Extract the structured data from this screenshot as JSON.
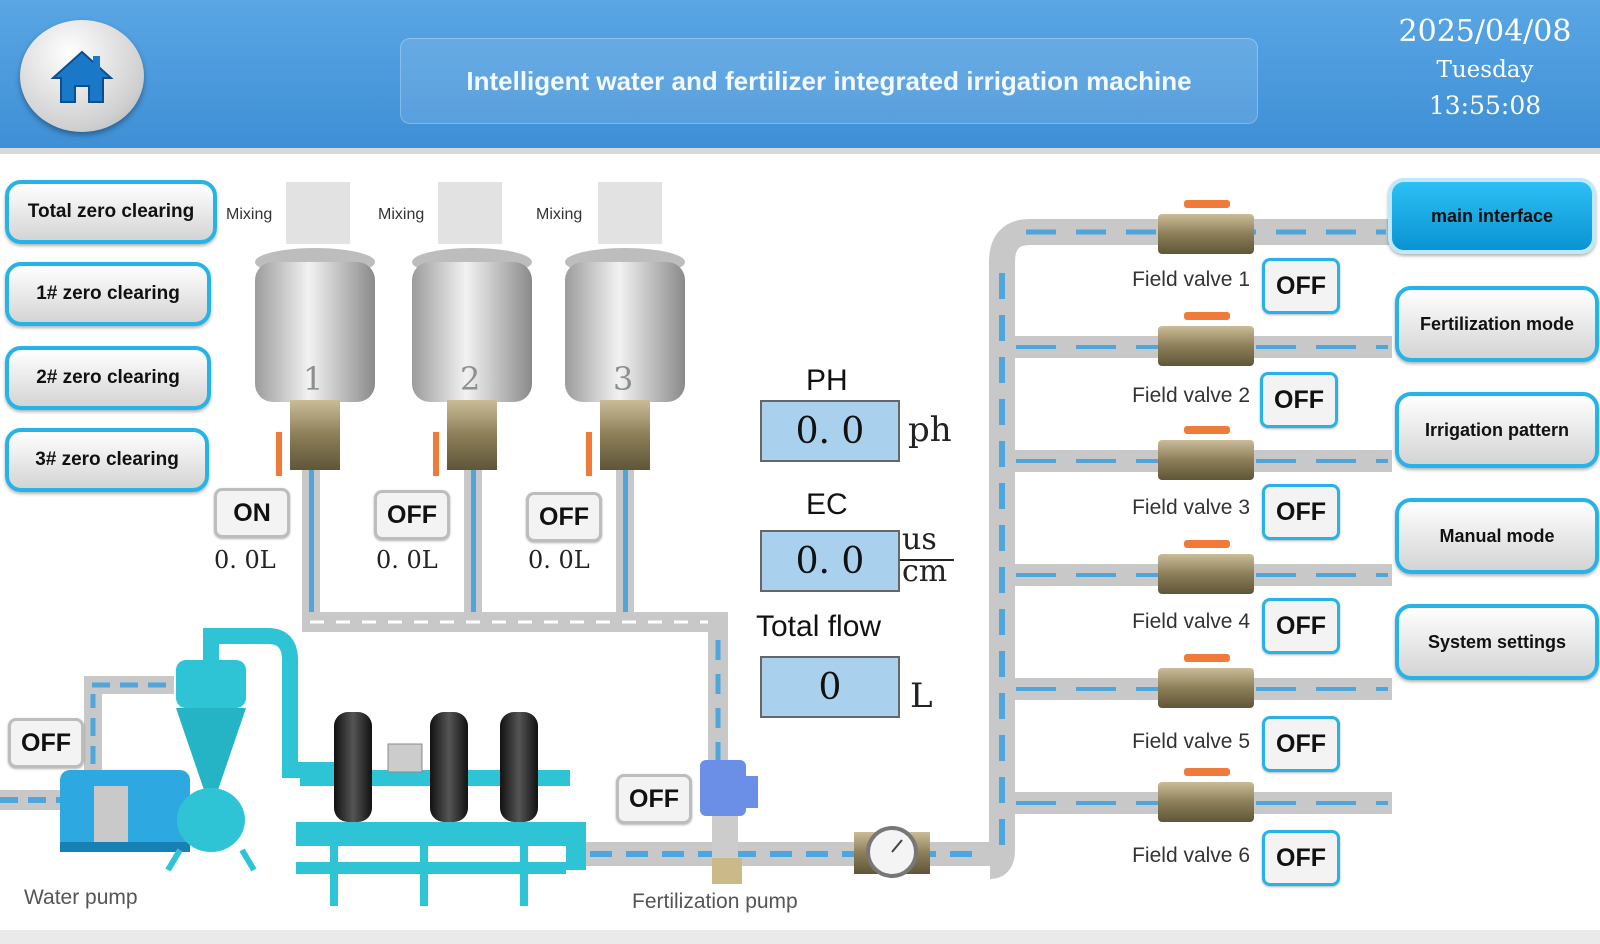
{
  "header": {
    "title": "Intelligent water and fertilizer integrated irrigation machine",
    "date": "2025/04/08",
    "weekday": "Tuesday",
    "time": "13:55:08"
  },
  "left_buttons": [
    "Total zero clearing",
    "1# zero clearing",
    "2# zero clearing",
    "3# zero clearing"
  ],
  "right_buttons": [
    "main interface",
    "Fertilization mode",
    "Irrigation pattern",
    "Manual mode",
    "System settings"
  ],
  "tanks": [
    {
      "number": "1",
      "mixing": "Mixing",
      "state": "ON",
      "volume": "0. 0L"
    },
    {
      "number": "2",
      "mixing": "Mixing",
      "state": "OFF",
      "volume": "0. 0L"
    },
    {
      "number": "3",
      "mixing": "Mixing",
      "state": "OFF",
      "volume": "0. 0L"
    }
  ],
  "measurements": {
    "ph_label": "PH",
    "ph_value": "0. 0",
    "ph_unit": "ph",
    "ec_label": "EC",
    "ec_value": "0. 0",
    "ec_unit_top": "us",
    "ec_unit_bottom": "cm",
    "flow_label": "Total flow",
    "flow_value": "0",
    "flow_unit": "L"
  },
  "water_pump": {
    "label": "Water pump",
    "state": "OFF"
  },
  "fertilization_pump": {
    "label": "Fertilization pump",
    "state": "OFF"
  },
  "field_valves": [
    {
      "label": "Field valve 1",
      "state": "OFF"
    },
    {
      "label": "Field valve 2",
      "state": "OFF"
    },
    {
      "label": "Field valve 3",
      "state": "OFF"
    },
    {
      "label": "Field valve 4",
      "state": "OFF"
    },
    {
      "label": "Field valve 5",
      "state": "OFF"
    },
    {
      "label": "Field valve 6",
      "state": "OFF"
    }
  ],
  "colors": {
    "header": "#4a9be0",
    "accent": "#27b3e8",
    "readout": "#a9d1ed",
    "pipe_water": "#4fa6dd",
    "equipment": "#2ec4d6"
  }
}
